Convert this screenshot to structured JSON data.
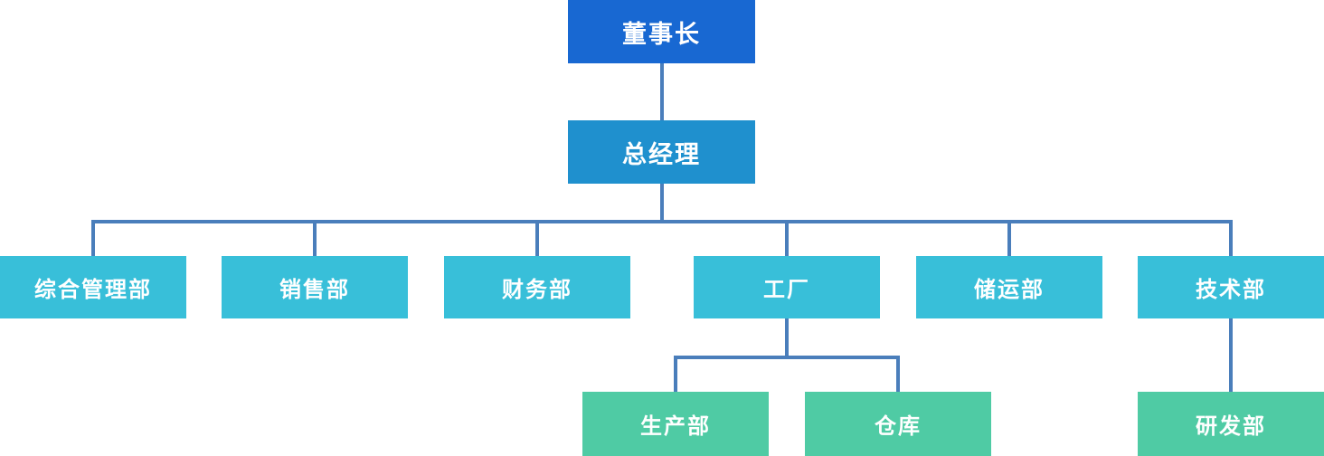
{
  "page": {
    "background": "#FFFFFF"
  },
  "colors": {
    "page_bg": "#FFFFFF",
    "chairman_bg": "#1868D2",
    "gm_bg": "#1F90CE",
    "dept_bg": "#38BFD9",
    "sub_bg": "#4FCBA4",
    "connector": "#4A7EBB",
    "node_text": "#FFFFFF"
  },
  "org_chart": {
    "type": "organization-chart",
    "root": {
      "label": "董事长",
      "level": 1
    },
    "general_manager": {
      "label": "总经理",
      "level": 2,
      "parent": "董事长"
    },
    "departments": [
      {
        "label": "综合管理部",
        "parent": "总经理"
      },
      {
        "label": "销售部",
        "parent": "总经理"
      },
      {
        "label": "财务部",
        "parent": "总经理"
      },
      {
        "label": "工厂",
        "parent": "总经理"
      },
      {
        "label": "储运部",
        "parent": "总经理"
      },
      {
        "label": "技术部",
        "parent": "总经理"
      }
    ],
    "sub_departments": [
      {
        "label": "生产部",
        "parent": "工厂"
      },
      {
        "label": "仓库",
        "parent": "工厂"
      },
      {
        "label": "研发部",
        "parent": "技术部"
      }
    ]
  }
}
